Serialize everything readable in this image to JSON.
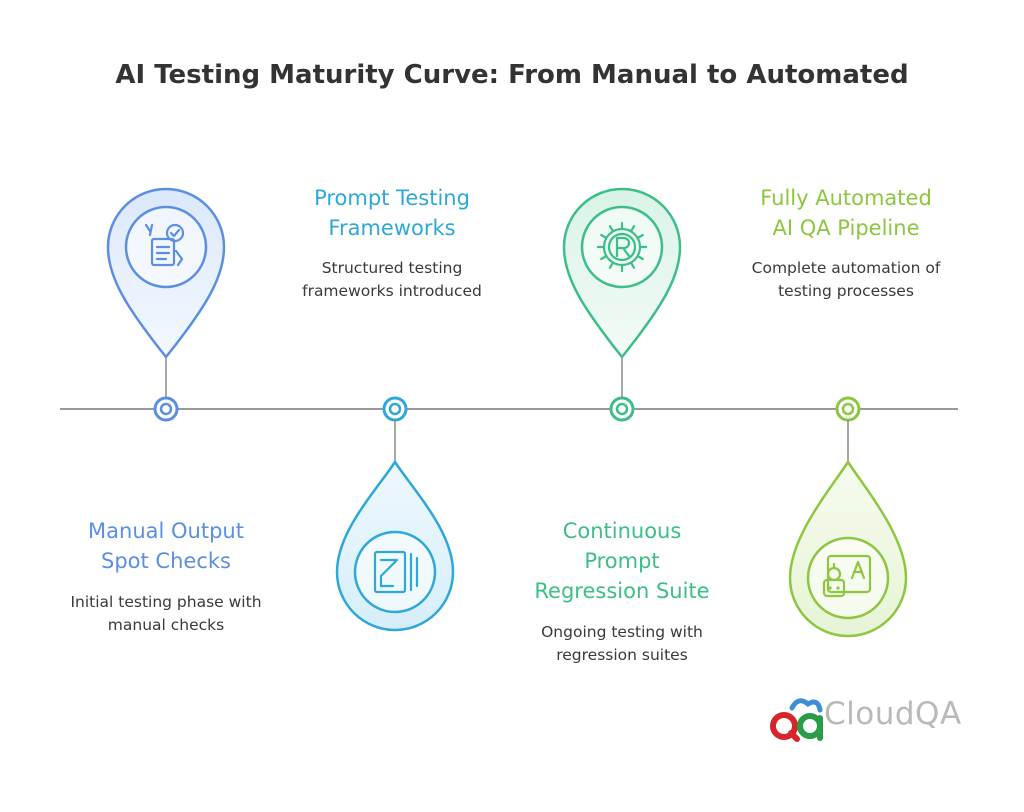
{
  "title": "AI Testing Maturity Curve: From Manual to Automated",
  "stages": [
    {
      "title_lines": [
        "Manual Output",
        "Spot Checks"
      ],
      "desc_lines": [
        "Initial testing phase with",
        "manual checks"
      ],
      "color": "#5b8fe3",
      "icon": "checklist-icon",
      "marker": "pin-up"
    },
    {
      "title_lines": [
        "Prompt Testing",
        "Frameworks"
      ],
      "desc_lines": [
        "Structured testing",
        "frameworks introduced"
      ],
      "color": "#2ea8d8",
      "icon": "framework-icon",
      "marker": "drop-down"
    },
    {
      "title_lines": [
        "Continuous",
        "Prompt",
        "Regression Suite"
      ],
      "desc_lines": [
        "Ongoing testing with",
        "regression suites"
      ],
      "color": "#3cbf86",
      "icon": "gear-r-icon",
      "marker": "pin-up"
    },
    {
      "title_lines": [
        "Fully Automated",
        "AI QA Pipeline"
      ],
      "desc_lines": [
        "Complete automation of",
        "testing processes"
      ],
      "color": "#8dc63f",
      "icon": "robot-ai-icon",
      "marker": "drop-down"
    }
  ],
  "logo": {
    "text": "CloudQA",
    "mark": "Qa",
    "icon": "cloudqa-logo"
  }
}
